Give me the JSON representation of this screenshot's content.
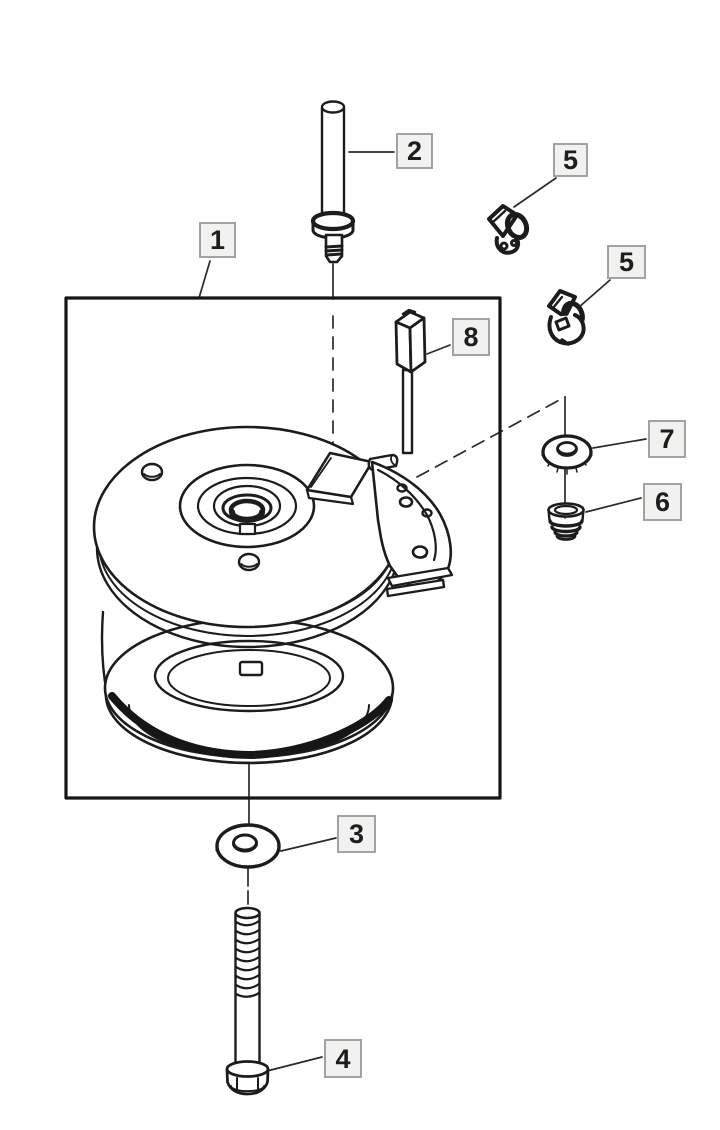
{
  "diagram": {
    "kind": "exploded-parts-diagram",
    "background": "#ffffff",
    "ink_color": "#1c1c1c",
    "callout_fill": "#f1f1ef",
    "callout_border": "#a2a2a2",
    "callouts": {
      "c1": {
        "label": "1"
      },
      "c2": {
        "label": "2"
      },
      "c3": {
        "label": "3"
      },
      "c4": {
        "label": "4"
      },
      "c5a": {
        "label": "5"
      },
      "c5b": {
        "label": "5"
      },
      "c6": {
        "label": "6"
      },
      "c7": {
        "label": "7"
      },
      "c8": {
        "label": "8"
      }
    }
  }
}
